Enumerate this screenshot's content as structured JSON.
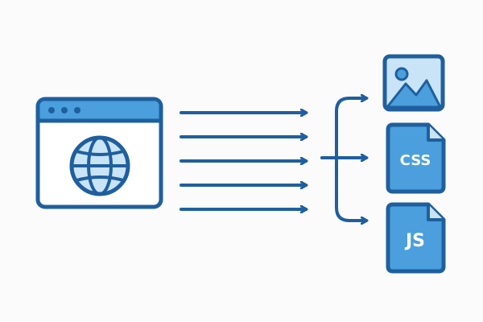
{
  "colors": {
    "stroke": "#1f5f9e",
    "fill_light": "#c9e3f7",
    "fill_mid": "#4a9fdc",
    "background": "#fbfbfb",
    "label_text": "#ffffff"
  },
  "browser": {
    "icon": "browser-window-icon",
    "globe_icon": "globe-icon",
    "window_dots": 3
  },
  "arrows": {
    "parallel_count": 5,
    "branch_targets": 3
  },
  "resources": [
    {
      "name": "image",
      "icon": "image-file-icon",
      "label": ""
    },
    {
      "name": "css",
      "icon": "css-file-icon",
      "label": "CSS"
    },
    {
      "name": "js",
      "icon": "js-file-icon",
      "label": "JS"
    }
  ]
}
